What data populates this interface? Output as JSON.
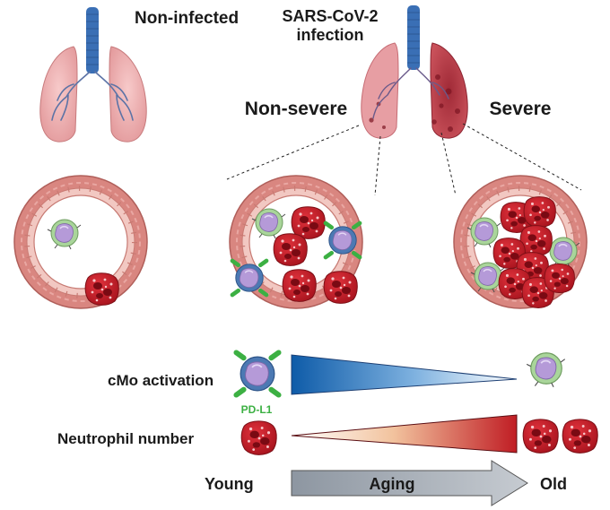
{
  "labels": {
    "non_infected": "Non-infected",
    "infection_line1": "SARS-CoV-2",
    "infection_line2": "infection",
    "non_severe": "Non-severe",
    "severe": "Severe",
    "cmo_activation": "cMo activation",
    "neutrophil_number": "Neutrophil number",
    "pd_l1": "PD-L1",
    "young": "Young",
    "aging": "Aging",
    "old": "Old"
  },
  "vessels": [
    {
      "name": "non-infected",
      "activated_monocytes": 0,
      "resting_monocytes": 1,
      "neutrophils": 1
    },
    {
      "name": "non-severe",
      "activated_monocytes": 2,
      "resting_monocytes": 1,
      "neutrophils": 4
    },
    {
      "name": "severe",
      "activated_monocytes": 0,
      "resting_monocytes": 3,
      "neutrophils": 8
    }
  ],
  "colors": {
    "vessel_wall": "#d98680",
    "lumen": "#ffffff",
    "healthy_lung": "#eeb1b1",
    "infected_lung": "#b8454f",
    "trachea": "#3a6fb5",
    "neutrophil": "#c21f2a",
    "monocyte_activated": "#3f6fa8",
    "monocyte_resting": "#9ecf8c",
    "pd_l1": "#3cb043",
    "activation_gradient_start": "#0e5ba8",
    "neutrophil_gradient_end": "#c01d24",
    "aging_arrow": "#9aa3ad"
  }
}
